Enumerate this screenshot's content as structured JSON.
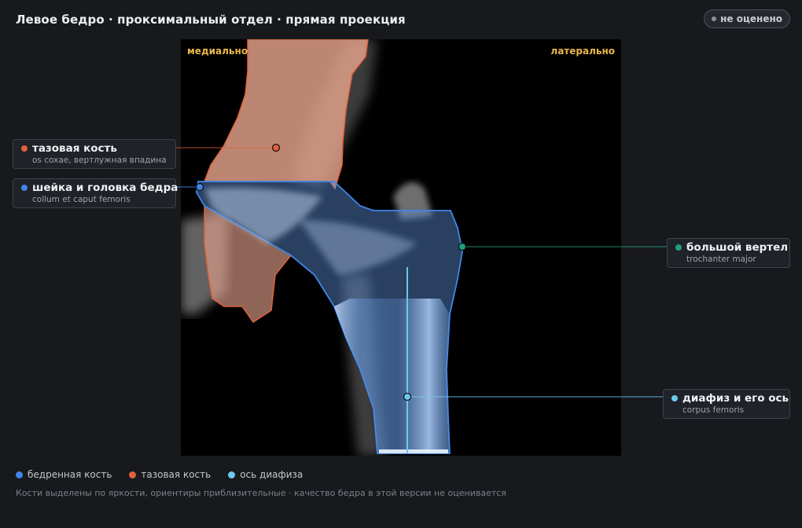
{
  "header": {
    "title": "Левое бедро · проксимальный отдел · прямая проекция",
    "status_label": "не оценено"
  },
  "image": {
    "orientation_left": "медиально",
    "orientation_right": "латерально"
  },
  "labels": [
    {
      "id": "pelvis",
      "name": "тазовая кость",
      "latin": "os coxae, вертлужная впадина",
      "color": "#e0613a"
    },
    {
      "id": "neck",
      "name": "шейка и головка бедра",
      "latin": "collum et caput femoris",
      "color": "#3f86e8"
    },
    {
      "id": "trochanter",
      "name": "большой вертел",
      "latin": "trochanter major",
      "color": "#21a078"
    },
    {
      "id": "shaft",
      "name": "диафиз и его ось",
      "latin": "corpus femoris",
      "color": "#6cc9ef"
    }
  ],
  "legend": [
    {
      "label": "бедренная кость",
      "color": "#3f86e8"
    },
    {
      "label": "тазовая кость",
      "color": "#e0613a"
    },
    {
      "label": "ось диафиза",
      "color": "#6cc9ef"
    }
  ],
  "footnote": "Кости выделены по яркости, ориентиры приблизительные · качество бедра в этой версии не оценивается"
}
